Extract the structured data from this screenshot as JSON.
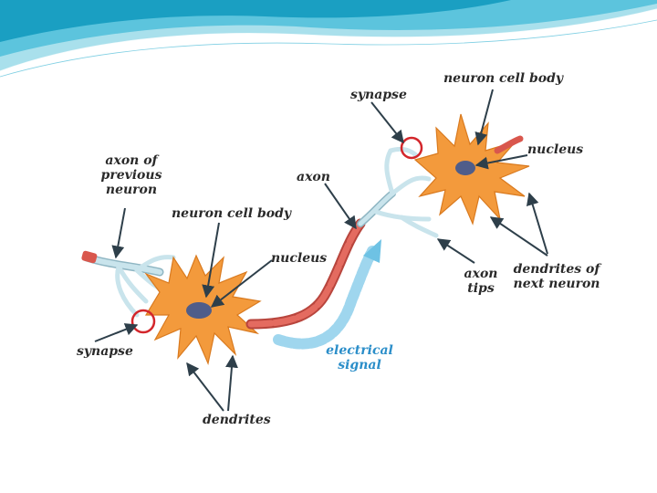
{
  "slide": {
    "header_colors": [
      "#1a9fc2",
      "#5cc4dd",
      "#a9e0ec"
    ]
  },
  "diagram": {
    "labels": {
      "synapse_top": "synapse",
      "neuron_cell_body_top": "neuron cell body",
      "nucleus_right": "nucleus",
      "axon_of_previous_neuron_line1": "axon of",
      "axon_of_previous_neuron_line2": "previous",
      "axon_of_previous_neuron_line3": "neuron",
      "axon": "axon",
      "neuron_cell_body_left": "neuron cell body",
      "nucleus_left": "nucleus",
      "axon_tips_line1": "axon",
      "axon_tips_line2": "tips",
      "dendrites_of_next_neuron_line1": "dendrites of",
      "dendrites_of_next_neuron_line2": "next neuron",
      "synapse_bottom": "synapse",
      "electrical_signal_line1": "electrical",
      "electrical_signal_line2": "signal",
      "dendrites": "dendrites"
    },
    "colors": {
      "cell_body": "#f39a3c",
      "nucleus": "#4f5d8a",
      "axon_terminal": "#b9dbe5",
      "myelin": "#d9574d",
      "synapse_ring": "#d3262b",
      "signal_arrow": "#6ec2e4",
      "leader_arrow": "#2e3f4a"
    }
  }
}
